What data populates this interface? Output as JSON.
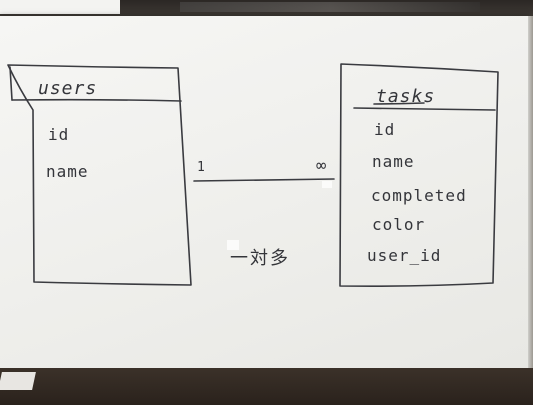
{
  "diagram": {
    "entities": [
      {
        "name": "users",
        "fields": [
          "id",
          "name"
        ]
      },
      {
        "name": "tasks",
        "fields": [
          "id",
          "name",
          "completed",
          "color",
          "user_id"
        ]
      }
    ],
    "relationship": {
      "left_cardinality": "1",
      "right_cardinality": "∞",
      "label": "一対多"
    }
  }
}
